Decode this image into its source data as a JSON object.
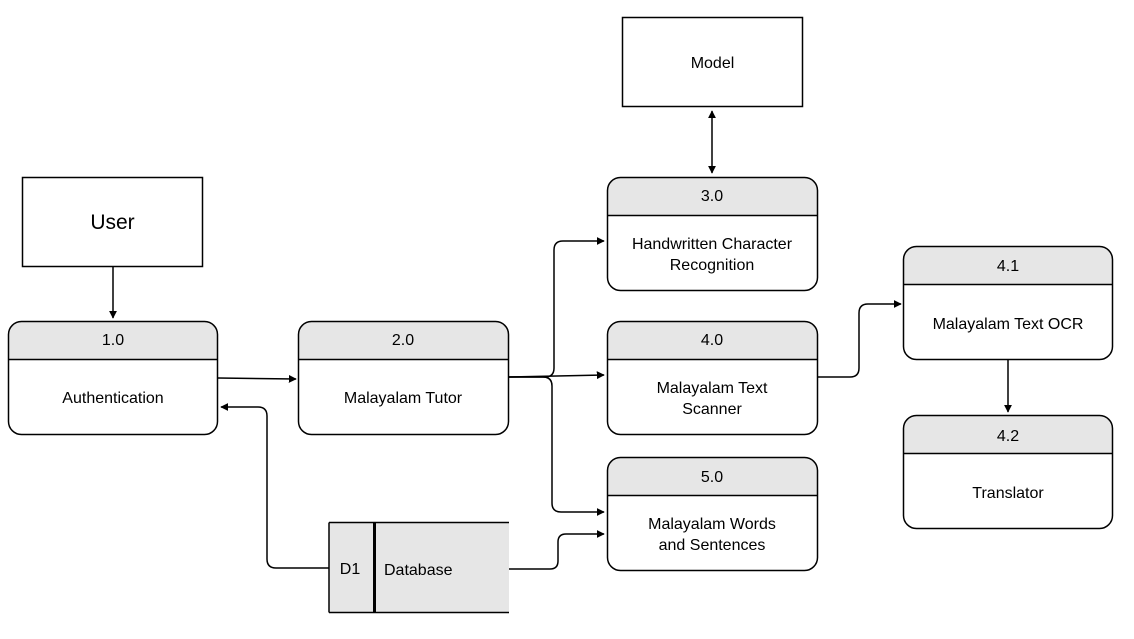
{
  "entities": {
    "user": "User",
    "model": "Model"
  },
  "processes": {
    "p1": {
      "id": "1.0",
      "name": "Authentication"
    },
    "p2": {
      "id": "2.0",
      "name": "Malayalam Tutor"
    },
    "p3": {
      "id": "3.0",
      "name_line1": "Handwritten Character",
      "name_line2": "Recognition"
    },
    "p4": {
      "id": "4.0",
      "name_line1": "Malayalam Text",
      "name_line2": "Scanner"
    },
    "p5": {
      "id": "5.0",
      "name_line1": "Malayalam Words",
      "name_line2": "and Sentences"
    },
    "p41": {
      "id": "4.1",
      "name": "Malayalam Text OCR"
    },
    "p42": {
      "id": "4.2",
      "name": "Translator"
    }
  },
  "datastore": {
    "id": "D1",
    "name": "Database"
  },
  "colors": {
    "header_fill": "#e6e6e6",
    "stroke": "#000000",
    "background": "#ffffff"
  }
}
